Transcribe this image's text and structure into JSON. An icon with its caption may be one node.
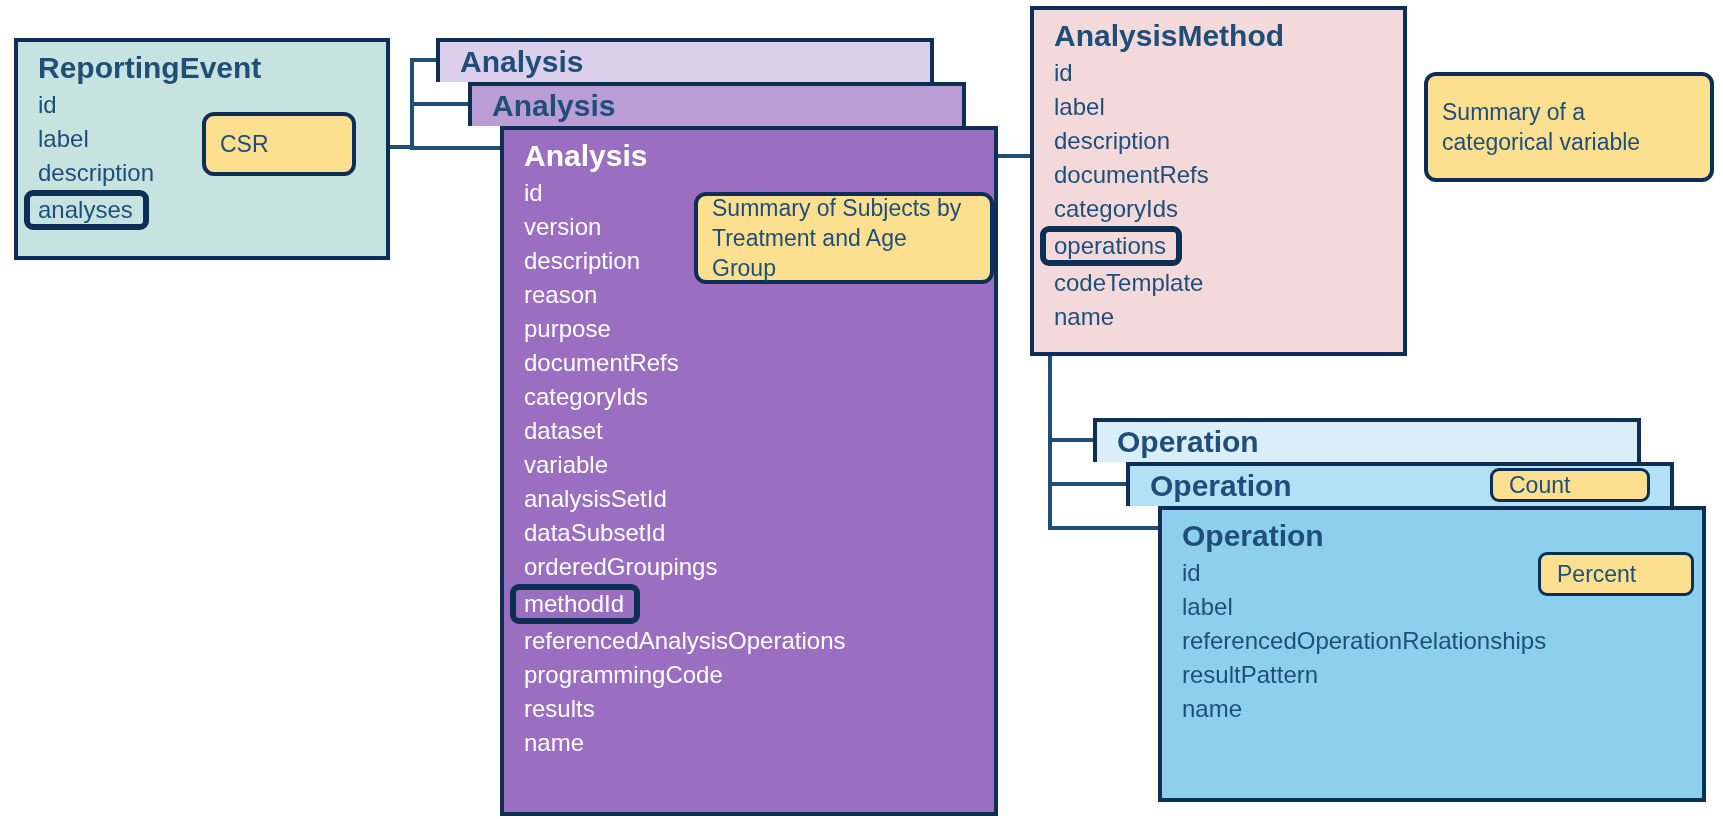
{
  "diagram": {
    "nodes": [
      {
        "text": [
          "ReportingEvent",
          "id",
          "label",
          "description"
        ]
      },
      {
        "text": [
          "CSR"
        ],
        "in": 0
      },
      {
        "text": [
          "analyses"
        ],
        "in": 0
      },
      {
        "text": [
          "Analysis"
        ]
      },
      {
        "text": [
          "Analysis"
        ]
      },
      {
        "text": [
          "Analysis",
          "id",
          "version",
          "description",
          "reason",
          "purpose",
          "documentRefs",
          "categoryIds",
          "dataset",
          "variable",
          "analysisSetId",
          "dataSubsetId",
          "orderedGroupings",
          "referencedAnalysisOperations",
          "programmingCode",
          "results",
          "name"
        ]
      },
      {
        "text": [
          "Summary of Subjects by Treatment and Age Group"
        ],
        "in": 5
      },
      {
        "text": [
          "methodId"
        ],
        "in": 5
      },
      {
        "text": [
          "AnalysisMethod",
          "id",
          "label",
          "description",
          "documentRefs",
          "categoryIds",
          "codeTemplate",
          "name"
        ]
      },
      {
        "text": [
          "Summary of a categorical variable"
        ]
      },
      {
        "text": [
          "operations"
        ],
        "in": 8
      },
      {
        "text": [
          "Operation"
        ]
      },
      {
        "text": [
          "Operation"
        ]
      },
      {
        "text": [
          "Count"
        ],
        "in": 12
      },
      {
        "text": [
          "Operation",
          "id",
          "label",
          "referencedOperationRelationships",
          "resultPattern",
          "name"
        ]
      },
      {
        "text": [
          "Percent"
        ],
        "in": 14
      }
    ],
    "edges": [
      {
        "from": 0,
        "to": 3,
        "arrow": "none"
      },
      {
        "from": 0,
        "to": 4,
        "arrow": "none"
      },
      {
        "from": 0,
        "to": 5,
        "arrow": "none"
      },
      {
        "from": 5,
        "to": 8,
        "arrow": "none"
      },
      {
        "from": 8,
        "to": 11,
        "arrow": "none"
      },
      {
        "from": 8,
        "to": 12,
        "arrow": "none"
      },
      {
        "from": 8,
        "to": 14,
        "arrow": "none"
      }
    ]
  }
}
